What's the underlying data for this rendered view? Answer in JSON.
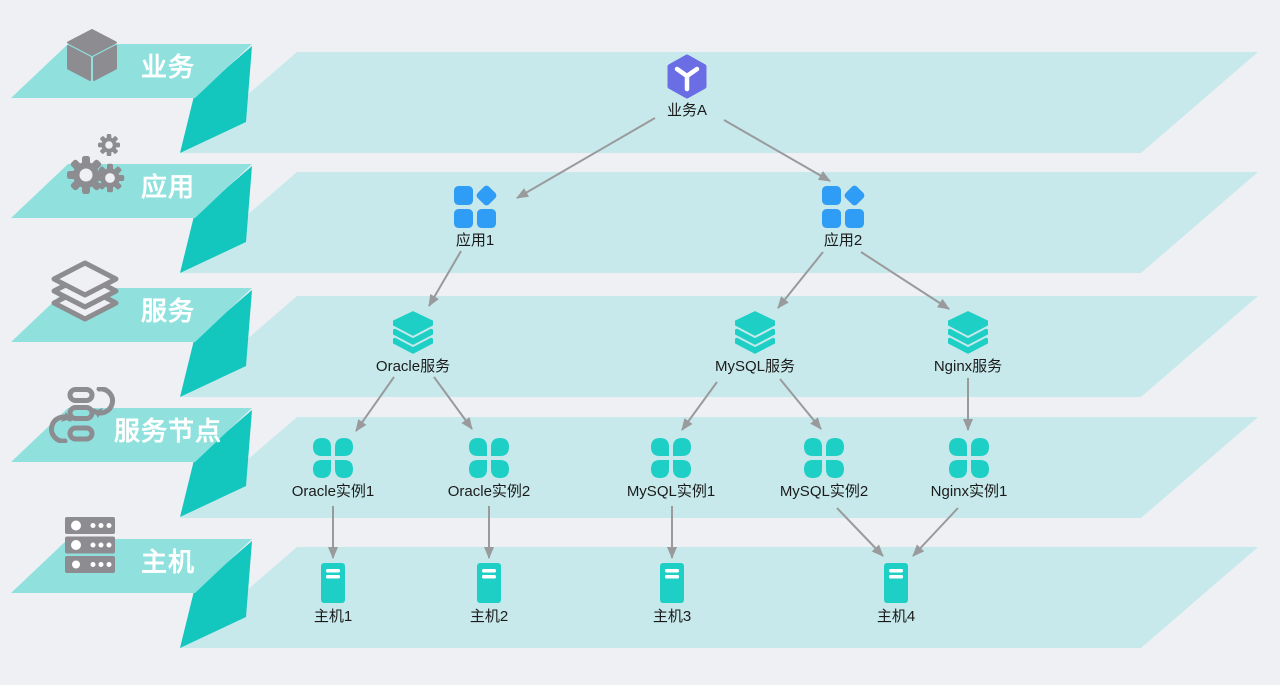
{
  "diagram": {
    "title": "",
    "layers": [
      {
        "label": "业务",
        "icon": "cube-icon"
      },
      {
        "label": "应用",
        "icon": "gears-icon"
      },
      {
        "label": "服务",
        "icon": "layers-stack-icon"
      },
      {
        "label": "服务节点",
        "icon": "workflow-cycle-icon"
      },
      {
        "label": "主机",
        "icon": "server-rack-icon"
      }
    ],
    "nodes": [
      {
        "label": "业务A",
        "layer": "业务",
        "icon": "purple-cube-icon"
      },
      {
        "label": "应用1",
        "layer": "应用",
        "icon": "blue-app-grid-icon"
      },
      {
        "label": "应用2",
        "layer": "应用",
        "icon": "blue-app-grid-icon"
      },
      {
        "label": "Oracle服务",
        "layer": "服务",
        "icon": "teal-stack-icon"
      },
      {
        "label": "MySQL服务",
        "layer": "服务",
        "icon": "teal-stack-icon"
      },
      {
        "label": "Nginx服务",
        "layer": "服务",
        "icon": "teal-stack-icon"
      },
      {
        "label": "Oracle实例1",
        "layer": "服务节点",
        "icon": "teal-clover-icon"
      },
      {
        "label": "Oracle实例2",
        "layer": "服务节点",
        "icon": "teal-clover-icon"
      },
      {
        "label": "MySQL实例1",
        "layer": "服务节点",
        "icon": "teal-clover-icon"
      },
      {
        "label": "MySQL实例2",
        "layer": "服务节点",
        "icon": "teal-clover-icon"
      },
      {
        "label": "Nginx实例1",
        "layer": "服务节点",
        "icon": "teal-clover-icon"
      },
      {
        "label": "主机1",
        "layer": "主机",
        "icon": "teal-server-icon"
      },
      {
        "label": "主机2",
        "layer": "主机",
        "icon": "teal-server-icon"
      },
      {
        "label": "主机3",
        "layer": "主机",
        "icon": "teal-server-icon"
      },
      {
        "label": "主机4",
        "layer": "主机",
        "icon": "teal-server-icon"
      }
    ],
    "edges": [
      {
        "from": "业务A",
        "to": "应用1"
      },
      {
        "from": "业务A",
        "to": "应用2"
      },
      {
        "from": "应用1",
        "to": "Oracle服务"
      },
      {
        "from": "应用2",
        "to": "MySQL服务"
      },
      {
        "from": "应用2",
        "to": "Nginx服务"
      },
      {
        "from": "Oracle服务",
        "to": "Oracle实例1"
      },
      {
        "from": "Oracle服务",
        "to": "Oracle实例2"
      },
      {
        "from": "MySQL服务",
        "to": "MySQL实例1"
      },
      {
        "from": "MySQL服务",
        "to": "MySQL实例2"
      },
      {
        "from": "Nginx服务",
        "to": "Nginx实例1"
      },
      {
        "from": "Oracle实例1",
        "to": "主机1"
      },
      {
        "from": "Oracle实例2",
        "to": "主机2"
      },
      {
        "from": "MySQL实例1",
        "to": "主机3"
      },
      {
        "from": "MySQL实例2",
        "to": "主机4"
      },
      {
        "from": "Nginx实例1",
        "to": "主机4"
      }
    ],
    "colors": {
      "background": "#eef0f4",
      "band": "#c7e9eb",
      "plate": "#90e1de",
      "fold_accent": "#13c7bf",
      "node_teal": "#1dcfc5",
      "node_blue": "#2f9cf5",
      "node_purple": "#6b6de4",
      "layer_icon_gray": "#8d8d91",
      "arrow_gray": "#9a9a9c",
      "label_text": "#1b1b1b",
      "layer_label_text": "#ffffff"
    }
  }
}
